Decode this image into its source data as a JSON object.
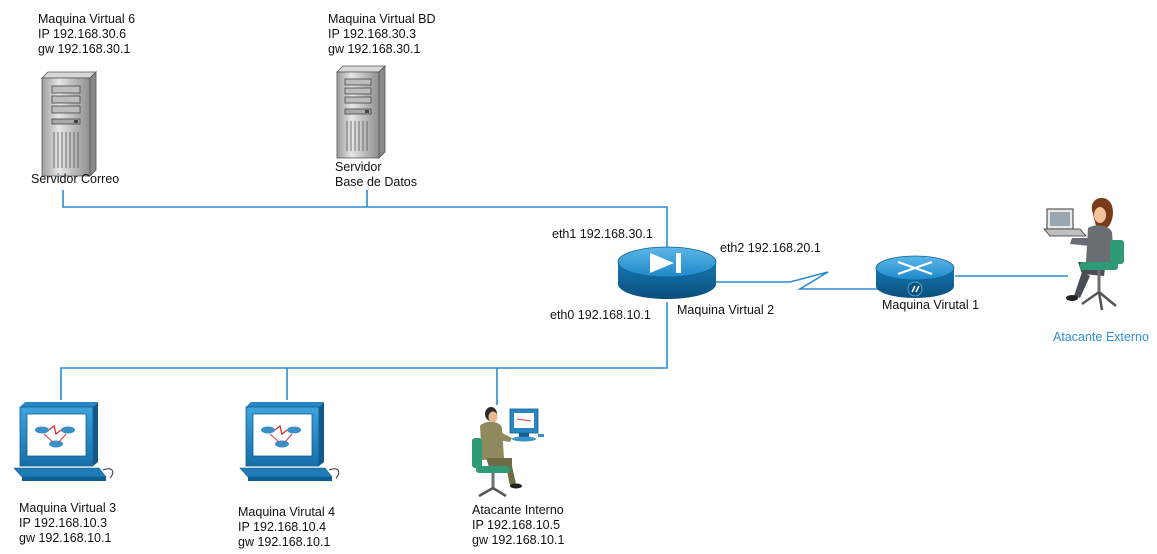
{
  "nodes": {
    "vm6": {
      "name": "Maquina Virtual 6",
      "ip": "IP  192.168.30.6",
      "gw": "gw 192.168.30.1",
      "caption": "Servidor Correo"
    },
    "vmbd": {
      "name": "Maquina Virtual BD",
      "ip": "IP  192.168.30.3",
      "gw": "gw 192.168.30.1",
      "caption_line1": "Servidor",
      "caption_line2": "Base de Datos"
    },
    "vm2": {
      "name": "Maquina Virtual 2",
      "eth1": "eth1 192.168.30.1",
      "eth2": "eth2 192.168.20.1",
      "eth0": "eth0 192.168.10.1"
    },
    "vm1": {
      "name": "Maquina Virutal 1"
    },
    "external": {
      "name": "Atacante Externo"
    },
    "vm3": {
      "name": "Maquina Virtual 3",
      "ip": "IP  192.168.10.3",
      "gw": "gw 192.168.10.1"
    },
    "vm4": {
      "name": "Maquina Virutal 4",
      "ip": "IP  192.168.10.4",
      "gw": "gw 192.168.10.1"
    },
    "internal": {
      "name": "Atacante Interno",
      "ip": "IP  192.168.10.5",
      "gw": "gw 192.168.10.1"
    }
  },
  "colors": {
    "link": "#2a8ad4",
    "device_blue": "#1d88c9",
    "device_dark": "#0d5f92",
    "server_gray": "#c9c9c9",
    "external_label": "#2e8fd6"
  }
}
